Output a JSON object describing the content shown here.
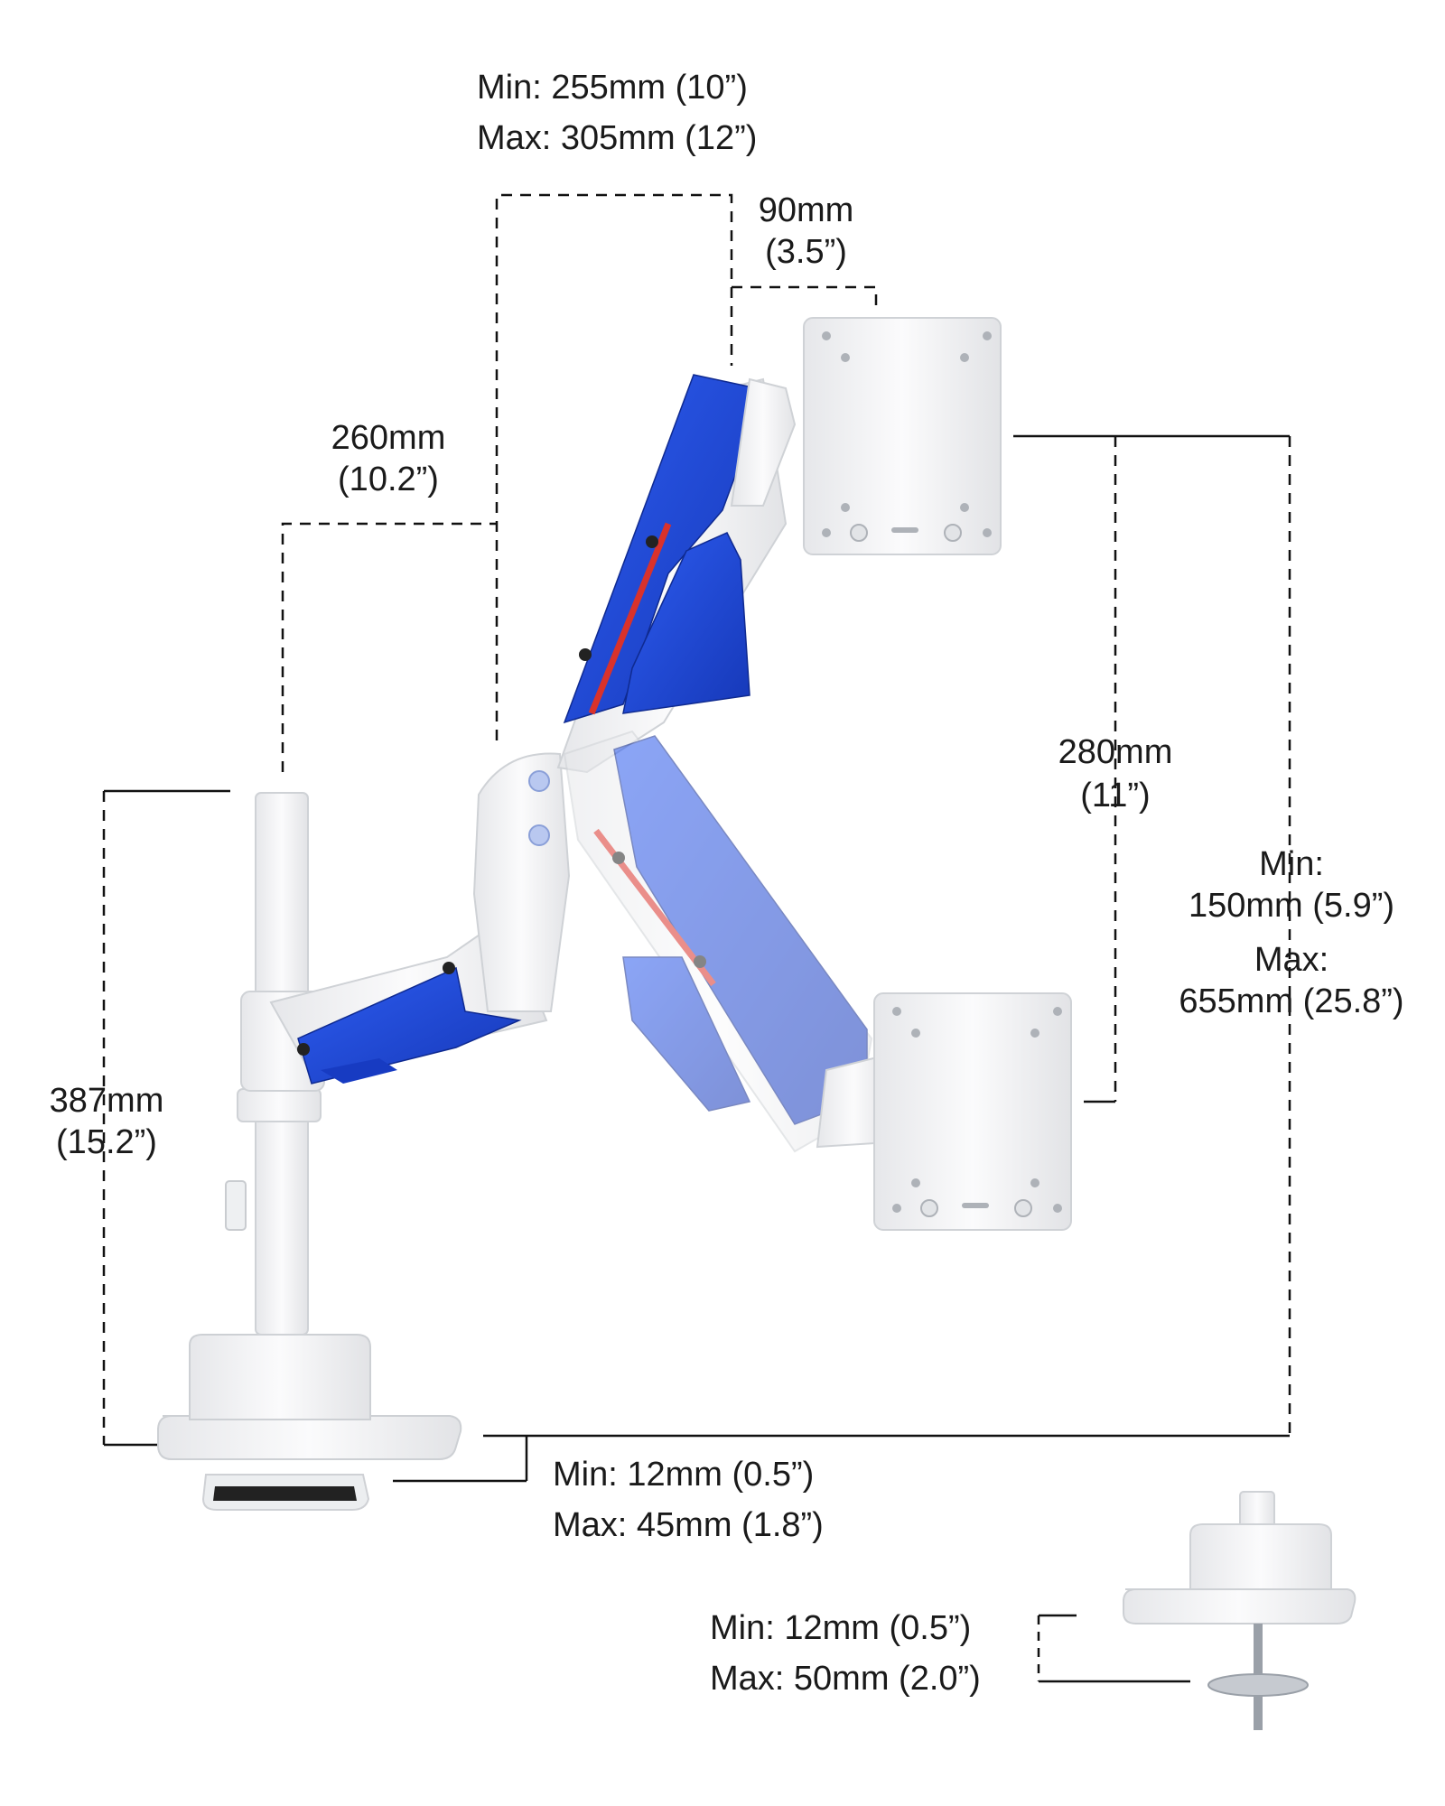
{
  "colors": {
    "accent": "#1f4fd8",
    "accent_light": "#8aa6e8",
    "white_part": "#f2f3f5",
    "line": "#111111",
    "red": "#d9322b"
  },
  "dimensions": {
    "upper_arm_reach": {
      "min": "Min: 255mm (10”)",
      "max": "Max: 305mm (12”)"
    },
    "head_offset": {
      "value": "90mm",
      "imperial": "(3.5”)"
    },
    "lower_arm": {
      "value": "260mm",
      "imperial": "(10.2”)"
    },
    "vertical_travel": {
      "value": "280mm",
      "imperial": "(11”)"
    },
    "vesa_height": {
      "min_label": "Min:",
      "min": "150mm (5.9”)",
      "max_label": "Max:",
      "max": "655mm (25.8”)"
    },
    "pole_height": {
      "value": "387mm",
      "imperial": "(15.2”)"
    },
    "clamp_thickness": {
      "min": "Min: 12mm (0.5”)",
      "max": "Max: 45mm (1.8”)"
    },
    "grommet_thickness": {
      "min": "Min: 12mm (0.5”)",
      "max": "Max: 50mm (2.0”)"
    }
  }
}
